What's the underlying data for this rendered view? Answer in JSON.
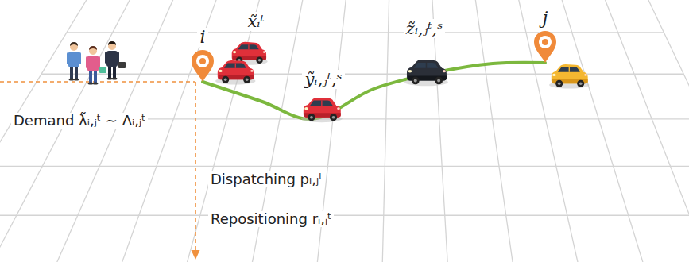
{
  "diagram": {
    "nodes": [
      {
        "text": [
          "i"
        ]
      },
      {
        "text": [
          "j"
        ]
      }
    ],
    "edges": [
      {
        "from": 0,
        "to": 1,
        "arrow": "none"
      }
    ],
    "labels": [
      "x̃ᵢᵗ",
      "ỹᵢ,ⱼᵗ,ˢ",
      "z̃ᵢ,ⱼᵗ,ˢ",
      "Demand λ̃ᵢ,ⱼᵗ ∼ Λᵢ,ⱼᵗ",
      "Dispatching pᵢ,ⱼᵗ",
      "Repositioning rᵢ,ⱼᵗ"
    ]
  }
}
